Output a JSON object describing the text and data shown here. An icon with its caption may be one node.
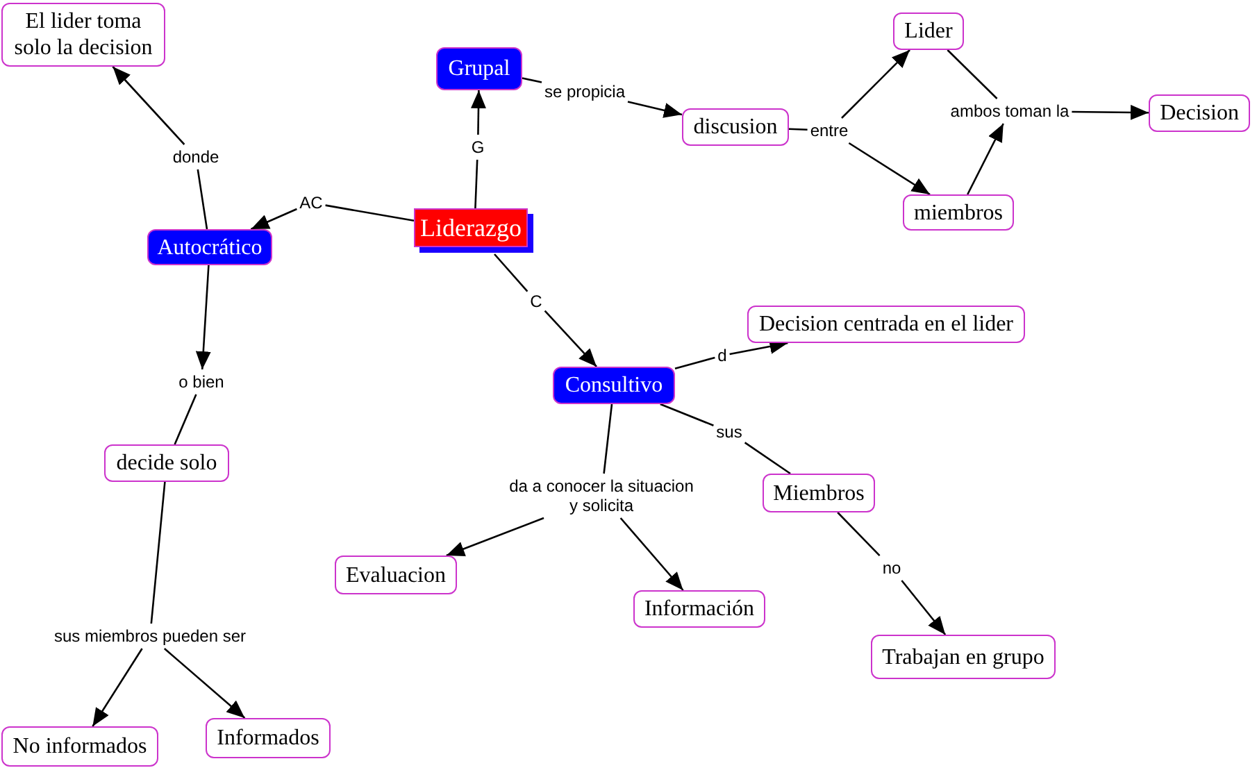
{
  "diagram": {
    "nodes": [
      {
        "text": [
          "El lider toma solo la decision"
        ]
      },
      {
        "text": [
          "Grupal"
        ]
      },
      {
        "text": [
          "Lider"
        ]
      },
      {
        "text": [
          "se propicia"
        ]
      },
      {
        "text": [
          "ambos toman la"
        ]
      },
      {
        "text": [
          "Decision"
        ]
      },
      {
        "text": [
          "discusion"
        ]
      },
      {
        "text": [
          "entre"
        ]
      },
      {
        "text": [
          "donde"
        ]
      },
      {
        "text": [
          "G"
        ]
      },
      {
        "text": [
          "AC"
        ]
      },
      {
        "text": [
          "Liderazgo"
        ]
      },
      {
        "text": [
          "miembros"
        ]
      },
      {
        "text": [
          "Autocrático"
        ]
      },
      {
        "text": [
          "C"
        ]
      },
      {
        "text": [
          "Decision centrada en el lider"
        ]
      },
      {
        "text": [
          "d"
        ]
      },
      {
        "text": [
          "o bien"
        ]
      },
      {
        "text": [
          "Consultivo"
        ]
      },
      {
        "text": [
          "sus"
        ]
      },
      {
        "text": [
          "decide solo"
        ]
      },
      {
        "text": [
          "da a conocer la situacion y solicita"
        ]
      },
      {
        "text": [
          "Miembros"
        ]
      },
      {
        "text": [
          "Evaluacion"
        ]
      },
      {
        "text": [
          "no"
        ]
      },
      {
        "text": [
          "Información"
        ]
      },
      {
        "text": [
          "sus miembros pueden ser"
        ]
      },
      {
        "text": [
          "Trabajan en grupo"
        ]
      },
      {
        "text": [
          "Informados"
        ]
      },
      {
        "text": [
          "No informados"
        ]
      }
    ],
    "edges": [
      {
        "from": 13,
        "to": 8,
        "arrow": "none"
      },
      {
        "from": 8,
        "to": 0,
        "arrow": "to"
      },
      {
        "from": 11,
        "to": 10,
        "arrow": "none"
      },
      {
        "from": 10,
        "to": 13,
        "arrow": "to"
      },
      {
        "from": 11,
        "to": 9,
        "arrow": "none"
      },
      {
        "from": 9,
        "to": 1,
        "arrow": "to"
      },
      {
        "from": 1,
        "to": 3,
        "arrow": "none"
      },
      {
        "from": 3,
        "to": 6,
        "arrow": "to"
      },
      {
        "from": 6,
        "to": 7,
        "arrow": "none"
      },
      {
        "from": 7,
        "to": 2,
        "arrow": "to"
      },
      {
        "from": 7,
        "to": 12,
        "arrow": "to"
      },
      {
        "from": 2,
        "to": 4,
        "arrow": "none"
      },
      {
        "from": 12,
        "to": 4,
        "arrow": "to"
      },
      {
        "from": 4,
        "to": 5,
        "arrow": "to"
      },
      {
        "from": 11,
        "to": 14,
        "arrow": "none"
      },
      {
        "from": 14,
        "to": 18,
        "arrow": "to"
      },
      {
        "from": 18,
        "to": 16,
        "arrow": "none"
      },
      {
        "from": 16,
        "to": 15,
        "arrow": "to"
      },
      {
        "from": 18,
        "to": 19,
        "arrow": "none"
      },
      {
        "from": 19,
        "to": 22,
        "arrow": "none"
      },
      {
        "from": 22,
        "to": 24,
        "arrow": "none"
      },
      {
        "from": 24,
        "to": 27,
        "arrow": "to"
      },
      {
        "from": 18,
        "to": 21,
        "arrow": "none"
      },
      {
        "from": 21,
        "to": 23,
        "arrow": "to"
      },
      {
        "from": 21,
        "to": 25,
        "arrow": "to"
      },
      {
        "from": 13,
        "to": 17,
        "arrow": "to"
      },
      {
        "from": 17,
        "to": 20,
        "arrow": "none"
      },
      {
        "from": 20,
        "to": 26,
        "arrow": "none"
      },
      {
        "from": 26,
        "to": 29,
        "arrow": "to"
      },
      {
        "from": 26,
        "to": 28,
        "arrow": "to"
      }
    ]
  }
}
